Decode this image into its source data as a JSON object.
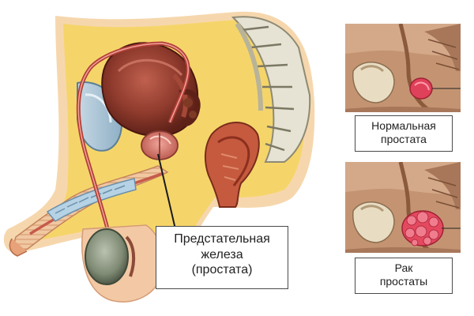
{
  "diagram": {
    "main_callout": {
      "line1": "Предстательная",
      "line2": "железа",
      "line3": "(простата)"
    },
    "insets": [
      {
        "id": "normal",
        "line1": "Нормальная",
        "line2": "простата"
      },
      {
        "id": "cancer",
        "line1": "Рак",
        "line2": "простаты"
      }
    ]
  }
}
